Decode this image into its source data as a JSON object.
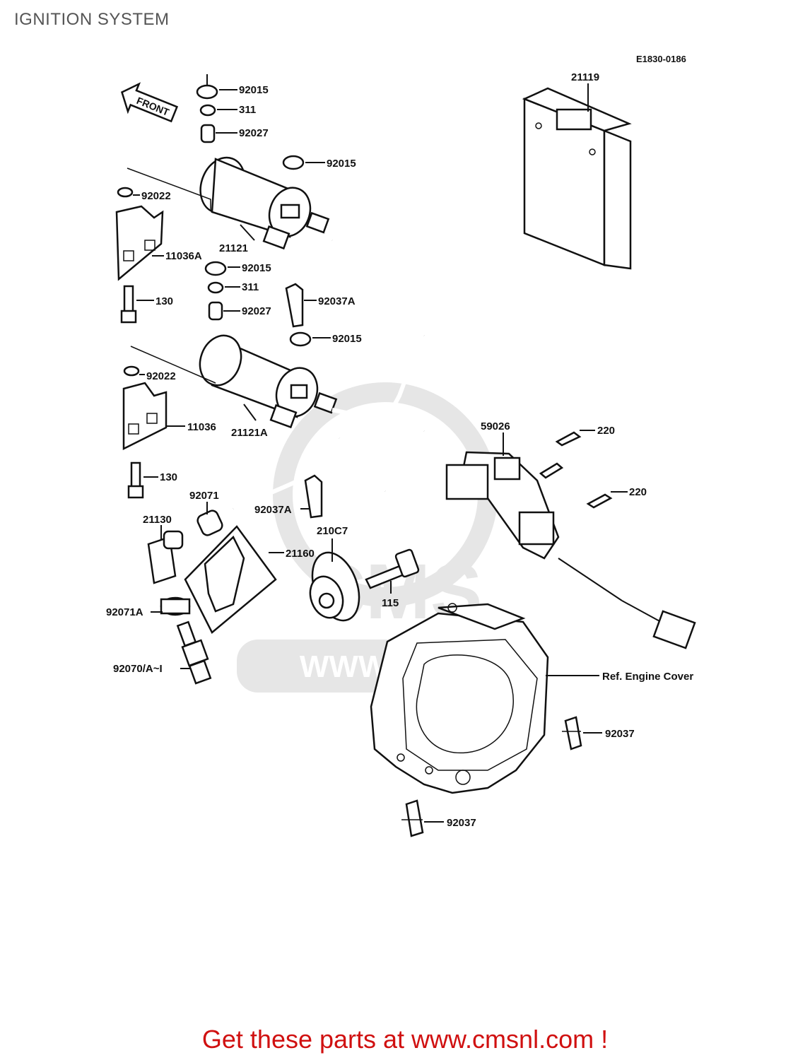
{
  "page": {
    "title": "IGNITION SYSTEM",
    "footer_text": "Get these parts at www.cmsnl.com !"
  },
  "diagram": {
    "diagram_code": "E1830-0186",
    "front_arrow_text": "FRONT",
    "watermark_text": "WWW.CMS",
    "watermark_brand": "CMS",
    "ref_label": "Ref. Engine Cover",
    "parts": [
      {
        "id": "21119"
      },
      {
        "id": "92015"
      },
      {
        "id": "311"
      },
      {
        "id": "92027"
      },
      {
        "id": "92015"
      },
      {
        "id": "92022"
      },
      {
        "id": "21121"
      },
      {
        "id": "11036A"
      },
      {
        "id": "92015"
      },
      {
        "id": "311"
      },
      {
        "id": "130"
      },
      {
        "id": "92037A"
      },
      {
        "id": "92027"
      },
      {
        "id": "92015"
      },
      {
        "id": "92022"
      },
      {
        "id": "11036"
      },
      {
        "id": "21121A"
      },
      {
        "id": "59026"
      },
      {
        "id": "220"
      },
      {
        "id": "220"
      },
      {
        "id": "130"
      },
      {
        "id": "92071"
      },
      {
        "id": "92037A"
      },
      {
        "id": "21130"
      },
      {
        "id": "21160"
      },
      {
        "id": "210C7"
      },
      {
        "id": "115"
      },
      {
        "id": "92071A"
      },
      {
        "id": "92070/A~I"
      },
      {
        "id": "92037"
      },
      {
        "id": "92037"
      }
    ]
  },
  "colors": {
    "title": "#555555",
    "footer": "#d01010",
    "line": "#111111",
    "watermark": "#e6e6e6"
  },
  "icons": [
    "front-arrow-icon",
    "bolt-icon",
    "nut-icon",
    "collar-icon",
    "ignition-coil-icon",
    "igniter-box-icon",
    "spark-plug-icon",
    "plug-cap-icon",
    "clamp-icon",
    "pickup-coil-icon",
    "engine-cover-icon",
    "connector-icon"
  ]
}
